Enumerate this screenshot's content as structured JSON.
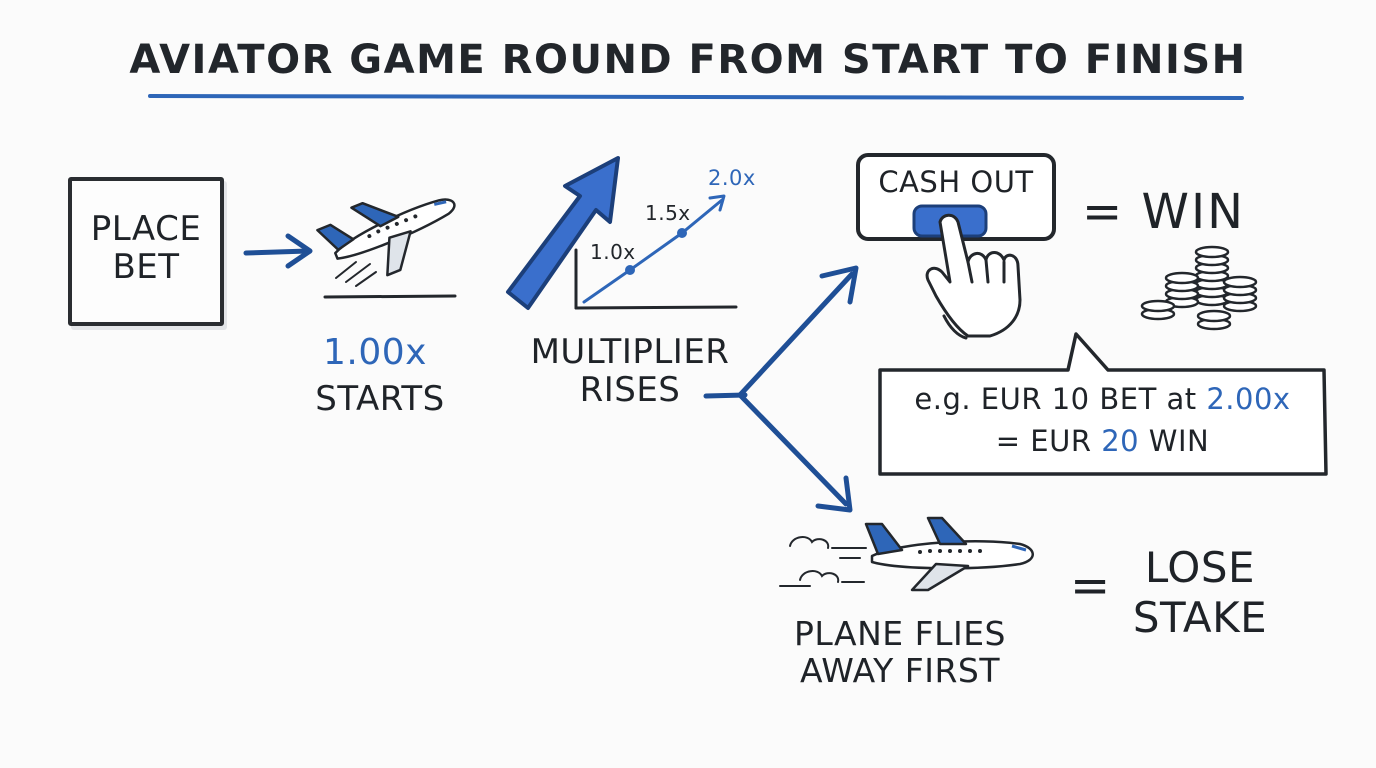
{
  "title": "AVIATOR GAME ROUND FROM START TO FINISH",
  "steps": {
    "place_bet": {
      "label": "PLACE\nBET"
    },
    "start": {
      "value": "1.00x",
      "label": "STARTS"
    },
    "rise": {
      "label": "MULTIPLIER\nRISES",
      "ticks": [
        "1.0x",
        "1.5x",
        "2.0x"
      ]
    },
    "cash_out": {
      "button_label": "CASH OUT",
      "result": "= WIN"
    },
    "example": {
      "prefix": "e.g. EUR 10 BET at ",
      "multiplier": "2.00x",
      "line2_prefix": "= EUR ",
      "amount": "20",
      "line2_suffix": " WIN"
    },
    "fly_away": {
      "label": "PLANE FLIES\nAWAY FIRST",
      "result_eq": "=",
      "result": "LOSE\nSTAKE"
    }
  },
  "colors": {
    "accent_blue": "#2e66b8",
    "ink": "#22262b",
    "background": "#fbfbfb"
  },
  "icons": [
    "plane-takeoff-icon",
    "rising-arrow-icon",
    "hand-pointer-icon",
    "coin-stacks-icon",
    "plane-flying-away-icon"
  ]
}
